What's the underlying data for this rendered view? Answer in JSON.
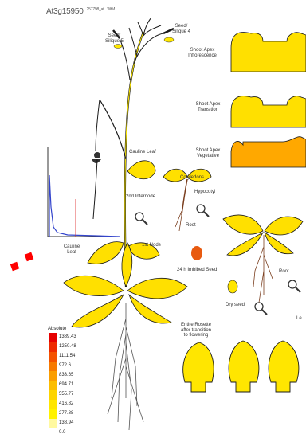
{
  "header": {
    "gene_id": "At3g15950",
    "probe": "257798_at",
    "control": "WtM"
  },
  "labels": {
    "seed_silique_5": "Seed/\nSilique 5",
    "seed_silique_4": "Seed/\nSilique 4",
    "shoot_apex_inflorescence": "Shoot Apex\nInflorescence",
    "shoot_apex_transition": "Shoot Apex\nTransition",
    "shoot_apex_vegetative": "Shoot Apex\nVegetative",
    "cauline_leaf_upper": "Cauline Leaf",
    "cauline_leaf_lower": "Cauline\nLeaf",
    "cotyledons": "Cotyledons",
    "hypocotyl": "Hypocotyl",
    "second_internode": "2nd Internode",
    "root_seedling": "Root",
    "first_node": "1st Node",
    "imbibed_seed": "24 h Imbibed Seed",
    "root_adult": "Root",
    "dry_seed": "Dry seed",
    "entire_rosette": "Entire Rosette\nafter transition\nto flowering",
    "cut_off": "Le"
  },
  "legend": {
    "title": "Absolute",
    "values": [
      "1389.43",
      "1250.48",
      "1111.54",
      "972.6",
      "833.65",
      "694.71",
      "555.77",
      "416.82",
      "277.88",
      "138.94",
      "0.0"
    ],
    "colors": [
      "#e60000",
      "#ee2a00",
      "#f45200",
      "#f77a00",
      "#fa9e00",
      "#fcbd00",
      "#fdd400",
      "#ffe600",
      "#fff200",
      "#fff9a0",
      "#ffffff"
    ]
  },
  "colors": {
    "tissue_yellow": "#ffe000",
    "tissue_light_yellow": "#ffee00",
    "tissue_orange": "#ffa800",
    "imbibed_seed": "#e85a10",
    "stem_green": "#1a1a1a",
    "root_brown": "#7a3e1e",
    "accent_red": "#ff0000"
  },
  "icons": [
    "magnifier-icon",
    "histogram-thumbnail"
  ]
}
